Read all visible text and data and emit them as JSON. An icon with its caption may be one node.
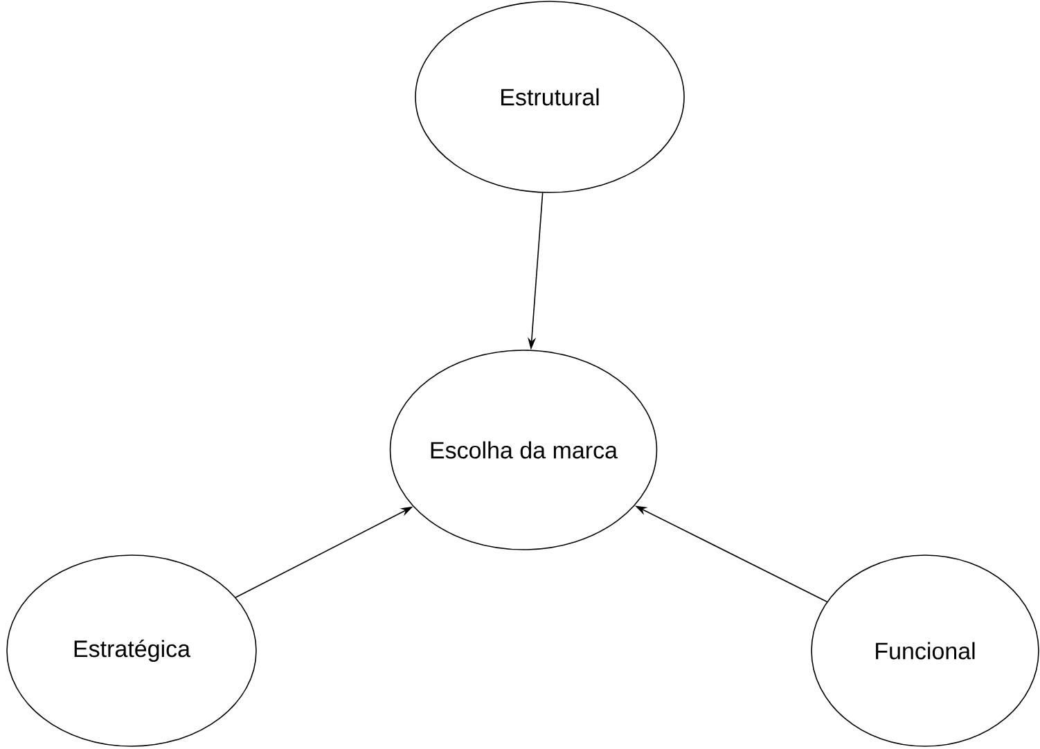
{
  "diagram": {
    "nodes": [
      {
        "text": [
          "Estrutural"
        ]
      },
      {
        "text": [
          "Escolha da marca"
        ]
      },
      {
        "text": [
          "Estratégica"
        ]
      },
      {
        "text": [
          "Funcional"
        ]
      }
    ],
    "edges": [
      {
        "from": 0,
        "to": 1,
        "arrow": "to"
      },
      {
        "from": 2,
        "to": 1,
        "arrow": "to"
      },
      {
        "from": 3,
        "to": 1,
        "arrow": "to"
      }
    ]
  }
}
